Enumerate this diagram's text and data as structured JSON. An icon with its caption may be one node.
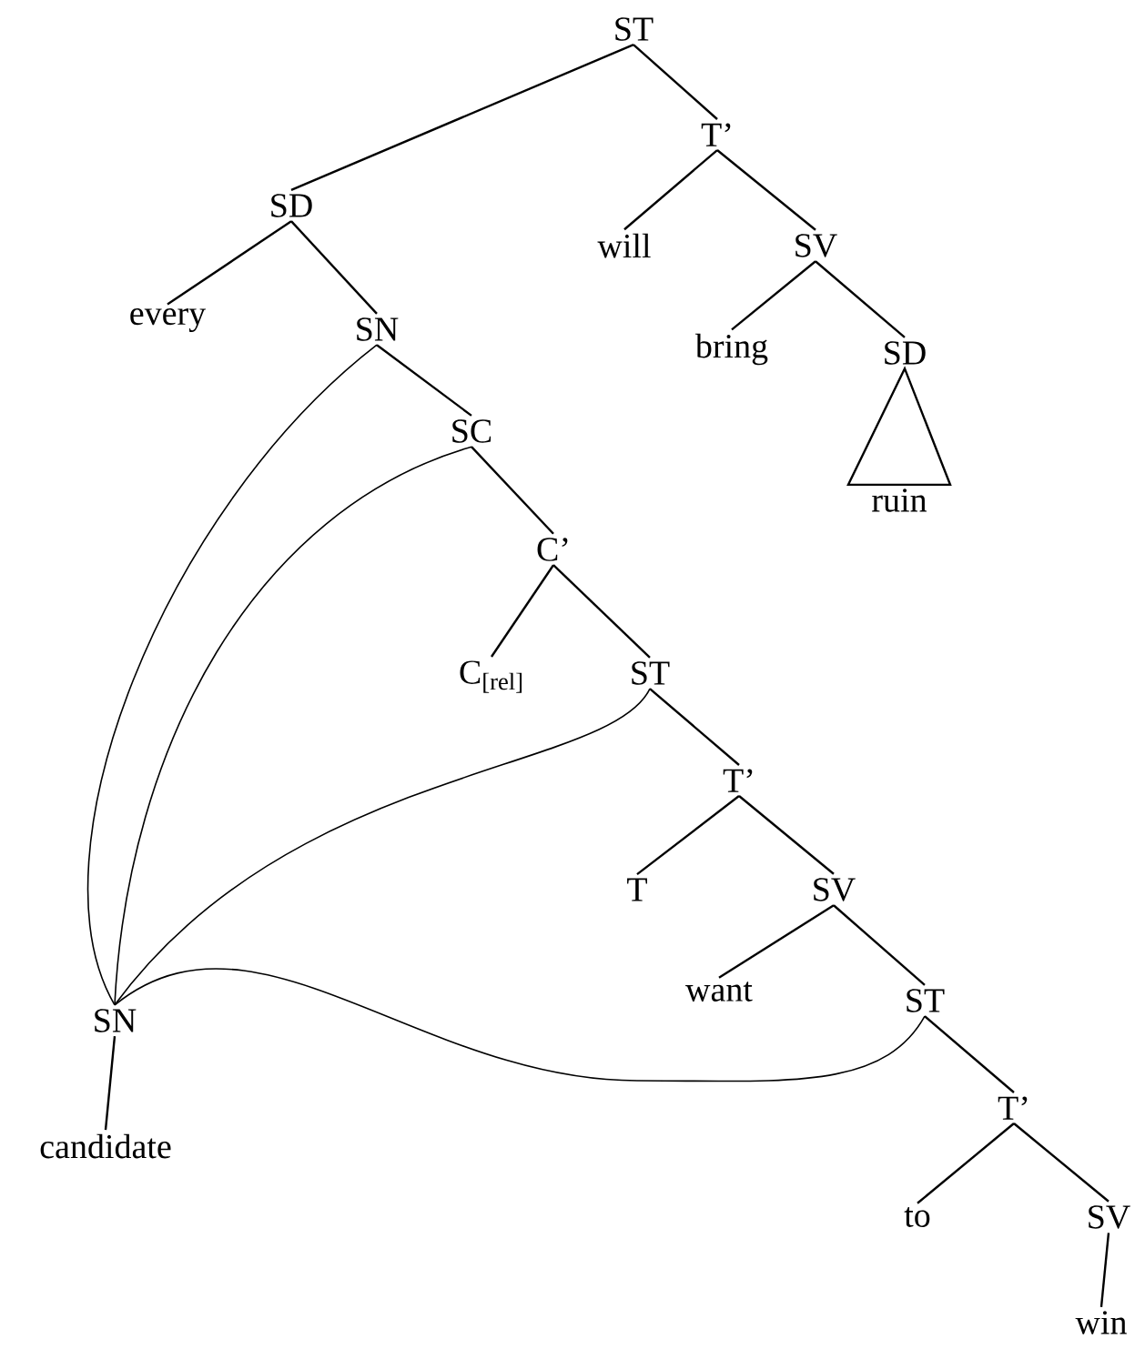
{
  "diagram": {
    "nodes": [
      {
        "text": [
          "ST"
        ]
      },
      {
        "text": [
          "T’"
        ]
      },
      {
        "text": [
          "SD"
        ]
      },
      {
        "text": [
          "will"
        ]
      },
      {
        "text": [
          "SV"
        ]
      },
      {
        "text": [
          "every"
        ]
      },
      {
        "text": [
          "SN"
        ]
      },
      {
        "text": [
          "bring"
        ]
      },
      {
        "text": [
          "SD"
        ]
      },
      {
        "text": [
          "SC"
        ]
      },
      {
        "text": [
          "ruin"
        ]
      },
      {
        "text": [
          "C’"
        ]
      },
      {
        "text": [
          "C$_{[rel]}$"
        ]
      },
      {
        "text": [
          "ST"
        ]
      },
      {
        "text": [
          "T’"
        ]
      },
      {
        "text": [
          "T"
        ]
      },
      {
        "text": [
          "SV"
        ]
      },
      {
        "text": [
          "want"
        ]
      },
      {
        "text": [
          "ST"
        ]
      },
      {
        "text": [
          "SN"
        ]
      },
      {
        "text": [
          "T’"
        ]
      },
      {
        "text": [
          "candidate"
        ]
      },
      {
        "text": [
          "to"
        ]
      },
      {
        "text": [
          "SV"
        ]
      },
      {
        "text": [
          "win"
        ]
      }
    ],
    "edges": [
      {
        "from": 0,
        "to": 2,
        "arrow": "none"
      },
      {
        "from": 0,
        "to": 1,
        "arrow": "none"
      },
      {
        "from": 2,
        "to": 5,
        "arrow": "none"
      },
      {
        "from": 2,
        "to": 6,
        "arrow": "none"
      },
      {
        "from": 1,
        "to": 3,
        "arrow": "none"
      },
      {
        "from": 1,
        "to": 4,
        "arrow": "none"
      },
      {
        "from": 4,
        "to": 7,
        "arrow": "none"
      },
      {
        "from": 4,
        "to": 8,
        "arrow": "none"
      },
      {
        "from": 8,
        "to": 10,
        "arrow": "none"
      },
      {
        "from": 6,
        "to": 9,
        "arrow": "none"
      },
      {
        "from": 9,
        "to": 11,
        "arrow": "none"
      },
      {
        "from": 11,
        "to": 12,
        "arrow": "none"
      },
      {
        "from": 11,
        "to": 13,
        "arrow": "none"
      },
      {
        "from": 13,
        "to": 14,
        "arrow": "none"
      },
      {
        "from": 14,
        "to": 15,
        "arrow": "none"
      },
      {
        "from": 14,
        "to": 16,
        "arrow": "none"
      },
      {
        "from": 16,
        "to": 17,
        "arrow": "none"
      },
      {
        "from": 16,
        "to": 18,
        "arrow": "none"
      },
      {
        "from": 18,
        "to": 20,
        "arrow": "none"
      },
      {
        "from": 20,
        "to": 22,
        "arrow": "none"
      },
      {
        "from": 20,
        "to": 23,
        "arrow": "none"
      },
      {
        "from": 23,
        "to": 24,
        "arrow": "none"
      },
      {
        "from": 19,
        "to": 21,
        "arrow": "none"
      },
      {
        "from": 6,
        "to": 19,
        "arrow": "none"
      },
      {
        "from": 9,
        "to": 19,
        "arrow": "none"
      },
      {
        "from": 13,
        "to": 19,
        "arrow": "none"
      },
      {
        "from": 18,
        "to": 19,
        "arrow": "none"
      }
    ]
  }
}
